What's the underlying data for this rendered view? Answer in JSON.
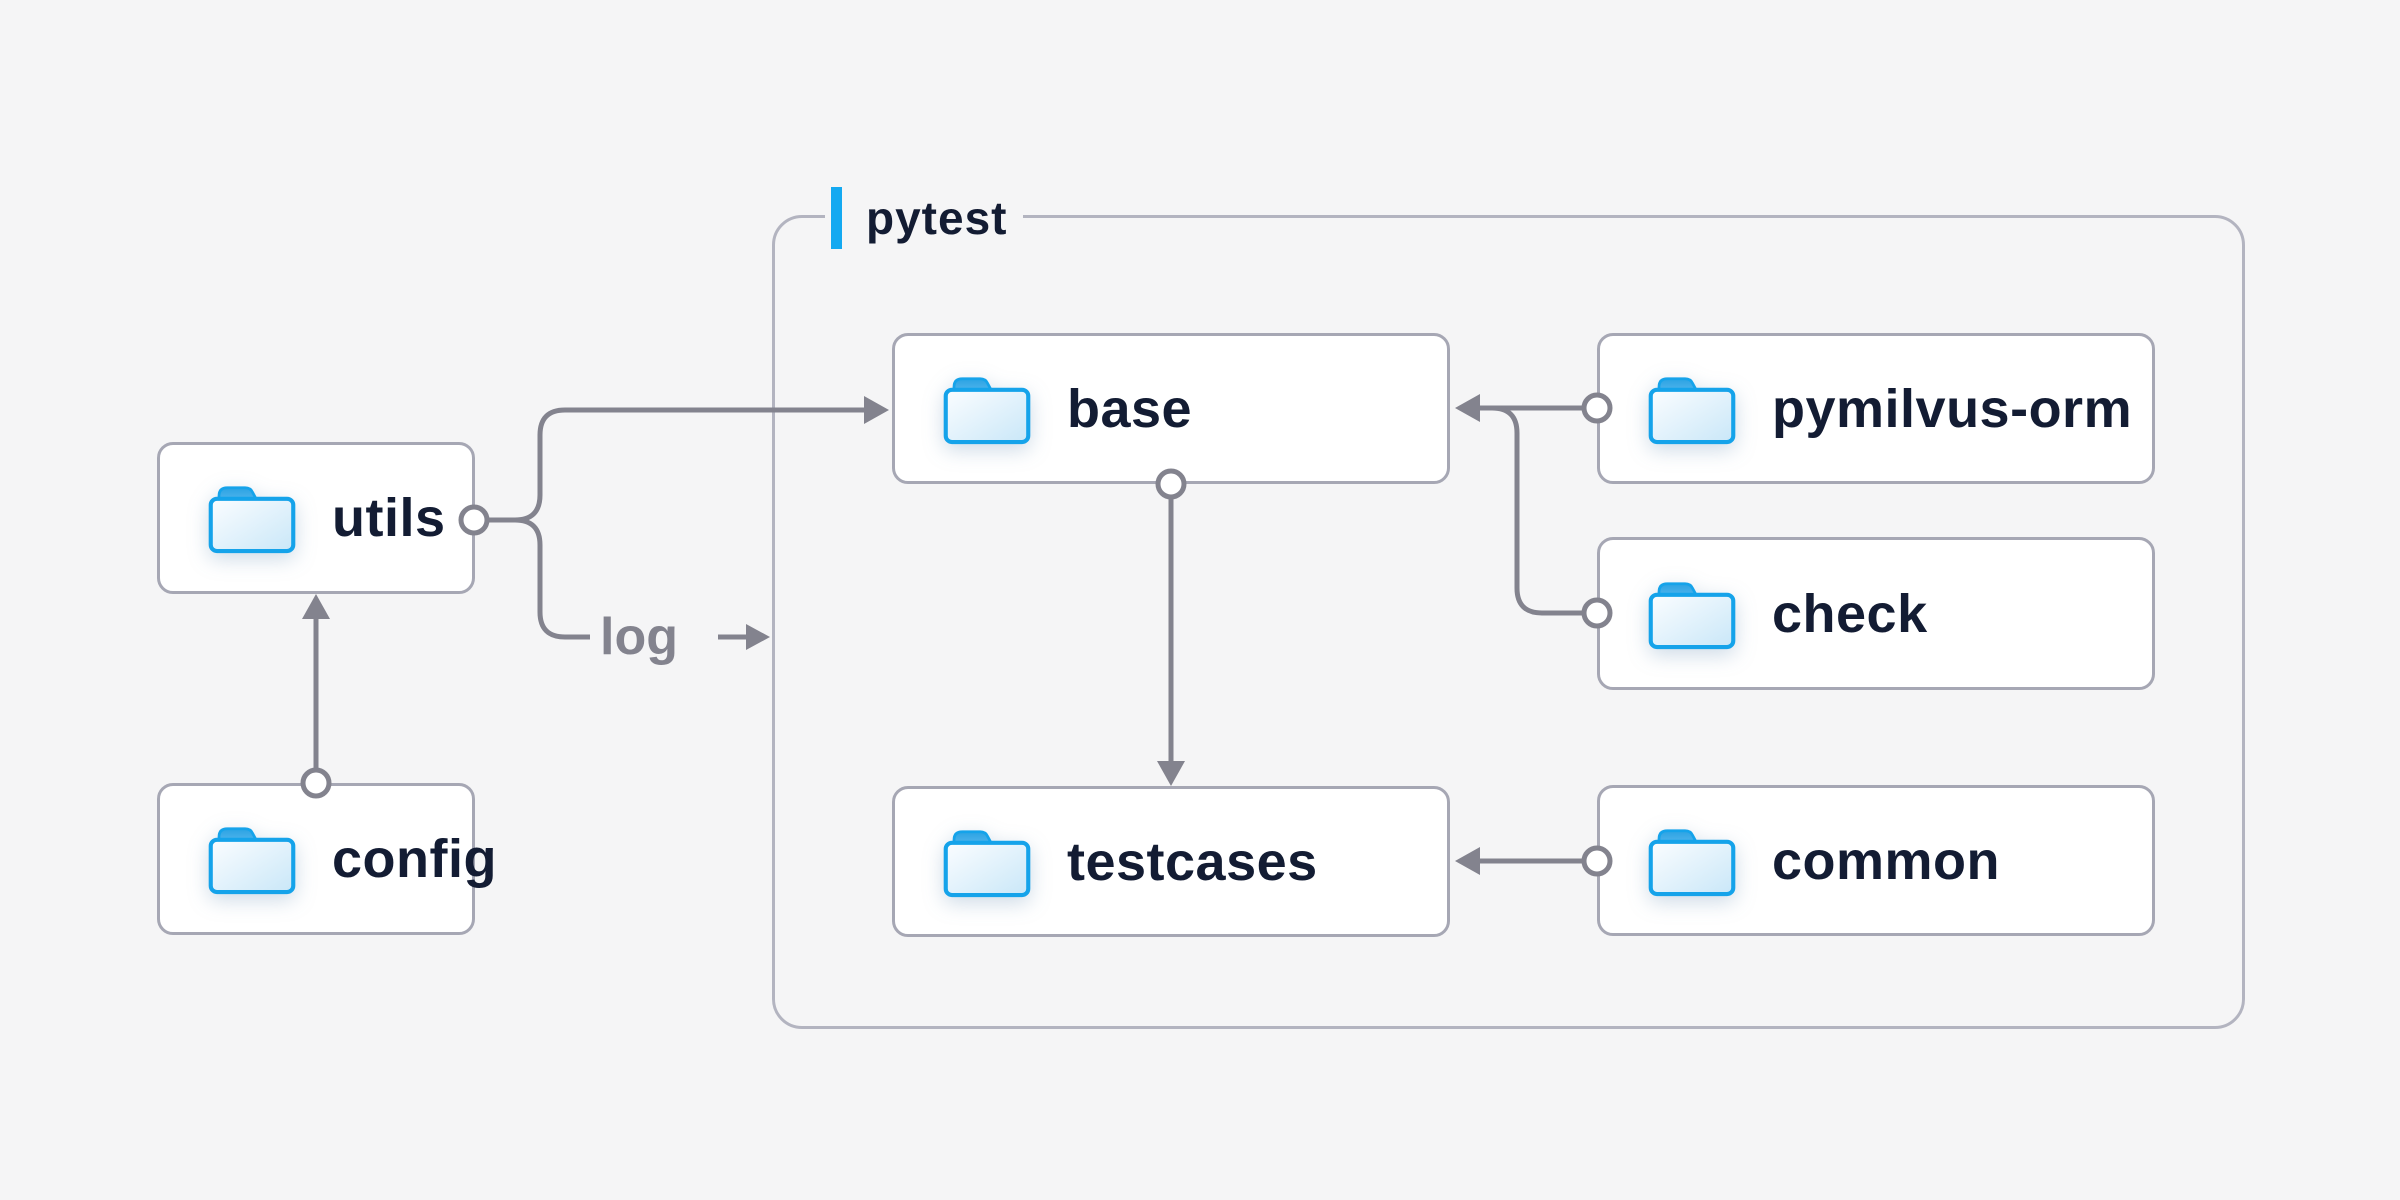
{
  "diagram": {
    "group": {
      "label": "pytest"
    },
    "nodes": {
      "utils": {
        "label": "utils",
        "icon": "folder"
      },
      "config": {
        "label": "config",
        "icon": "folder"
      },
      "base": {
        "label": "base",
        "icon": "folder"
      },
      "pymilvus_orm": {
        "label": "pymilvus-orm",
        "icon": "folder"
      },
      "check": {
        "label": "check",
        "icon": "folder"
      },
      "testcases": {
        "label": "testcases",
        "icon": "folder"
      },
      "common": {
        "label": "common",
        "icon": "folder"
      }
    },
    "edge_labels": {
      "log": "log"
    },
    "edges": [
      {
        "from": "config",
        "to": "utils",
        "type": "arrow"
      },
      {
        "from": "utils",
        "to": "base",
        "type": "arrow"
      },
      {
        "from": "utils",
        "to": "pytest",
        "type": "arrow",
        "label": "log"
      },
      {
        "from": "base",
        "to": "testcases",
        "type": "arrow"
      },
      {
        "from": "pymilvus-orm",
        "to": "base",
        "type": "arrow"
      },
      {
        "from": "check",
        "to": "base",
        "type": "arrow"
      },
      {
        "from": "common",
        "to": "testcases",
        "type": "arrow"
      }
    ],
    "colors": {
      "background": "#f5f5f6",
      "node_fill": "#ffffff",
      "node_border": "#a6a7b4",
      "group_border": "#b3b4c0",
      "connector": "#83838e",
      "text": "#131c33",
      "accent_bar": "#14a9f1",
      "folder_blue": "#15a3ea"
    }
  }
}
